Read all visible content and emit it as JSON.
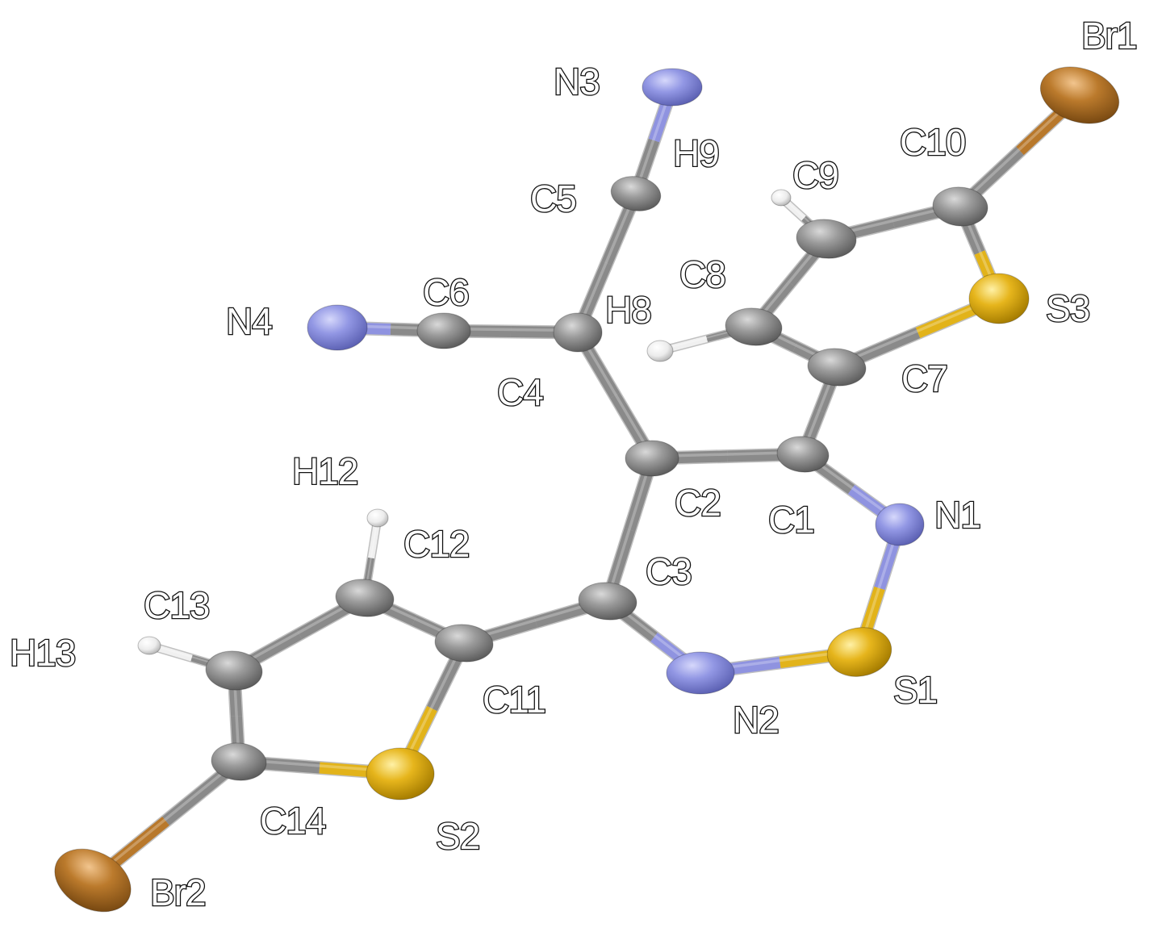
{
  "atom_labels": {
    "Br1": "Br1",
    "Br2": "Br2",
    "N1": "N1",
    "N2": "N2",
    "N3": "N3",
    "N4": "N4",
    "S1": "S1",
    "S2": "S2",
    "S3": "S3",
    "C1": "C1",
    "C2": "C2",
    "C3": "C3",
    "C4": "C4",
    "C5": "C5",
    "C6": "C6",
    "C7": "C7",
    "C8": "C8",
    "C9": "C9",
    "C10": "C10",
    "C11": "C11",
    "C12": "C12",
    "C13": "C13",
    "C14": "C14",
    "H8": "H8",
    "H9": "H9",
    "H12": "H12",
    "H13": "H13"
  },
  "element_colors": {
    "C": "#8a8a8a",
    "N": "#8f93e0",
    "S": "#e2b31a",
    "Br": "#b8782b",
    "H": "#f0f0f0"
  },
  "bonds": [
    [
      "Br1",
      "C10"
    ],
    [
      "C10",
      "S3"
    ],
    [
      "S3",
      "C7"
    ],
    [
      "C10",
      "C9"
    ],
    [
      "C9",
      "C8"
    ],
    [
      "C8",
      "C7"
    ],
    [
      "C7",
      "C1"
    ],
    [
      "C1",
      "C2"
    ],
    [
      "C2",
      "C4"
    ],
    [
      "C4",
      "C5"
    ],
    [
      "C5",
      "N3"
    ],
    [
      "C4",
      "C6"
    ],
    [
      "C6",
      "N4"
    ],
    [
      "C2",
      "C3"
    ],
    [
      "C1",
      "N1"
    ],
    [
      "N1",
      "S1"
    ],
    [
      "S1",
      "N2"
    ],
    [
      "N2",
      "C3"
    ],
    [
      "C3",
      "C11"
    ],
    [
      "C11",
      "C12"
    ],
    [
      "C12",
      "C13"
    ],
    [
      "C13",
      "C14"
    ],
    [
      "C14",
      "S2"
    ],
    [
      "S2",
      "C11"
    ],
    [
      "C14",
      "Br2"
    ],
    [
      "C9",
      "H9a"
    ],
    [
      "C8",
      "H8a"
    ],
    [
      "C12",
      "H12a"
    ],
    [
      "C13",
      "H13a"
    ]
  ]
}
